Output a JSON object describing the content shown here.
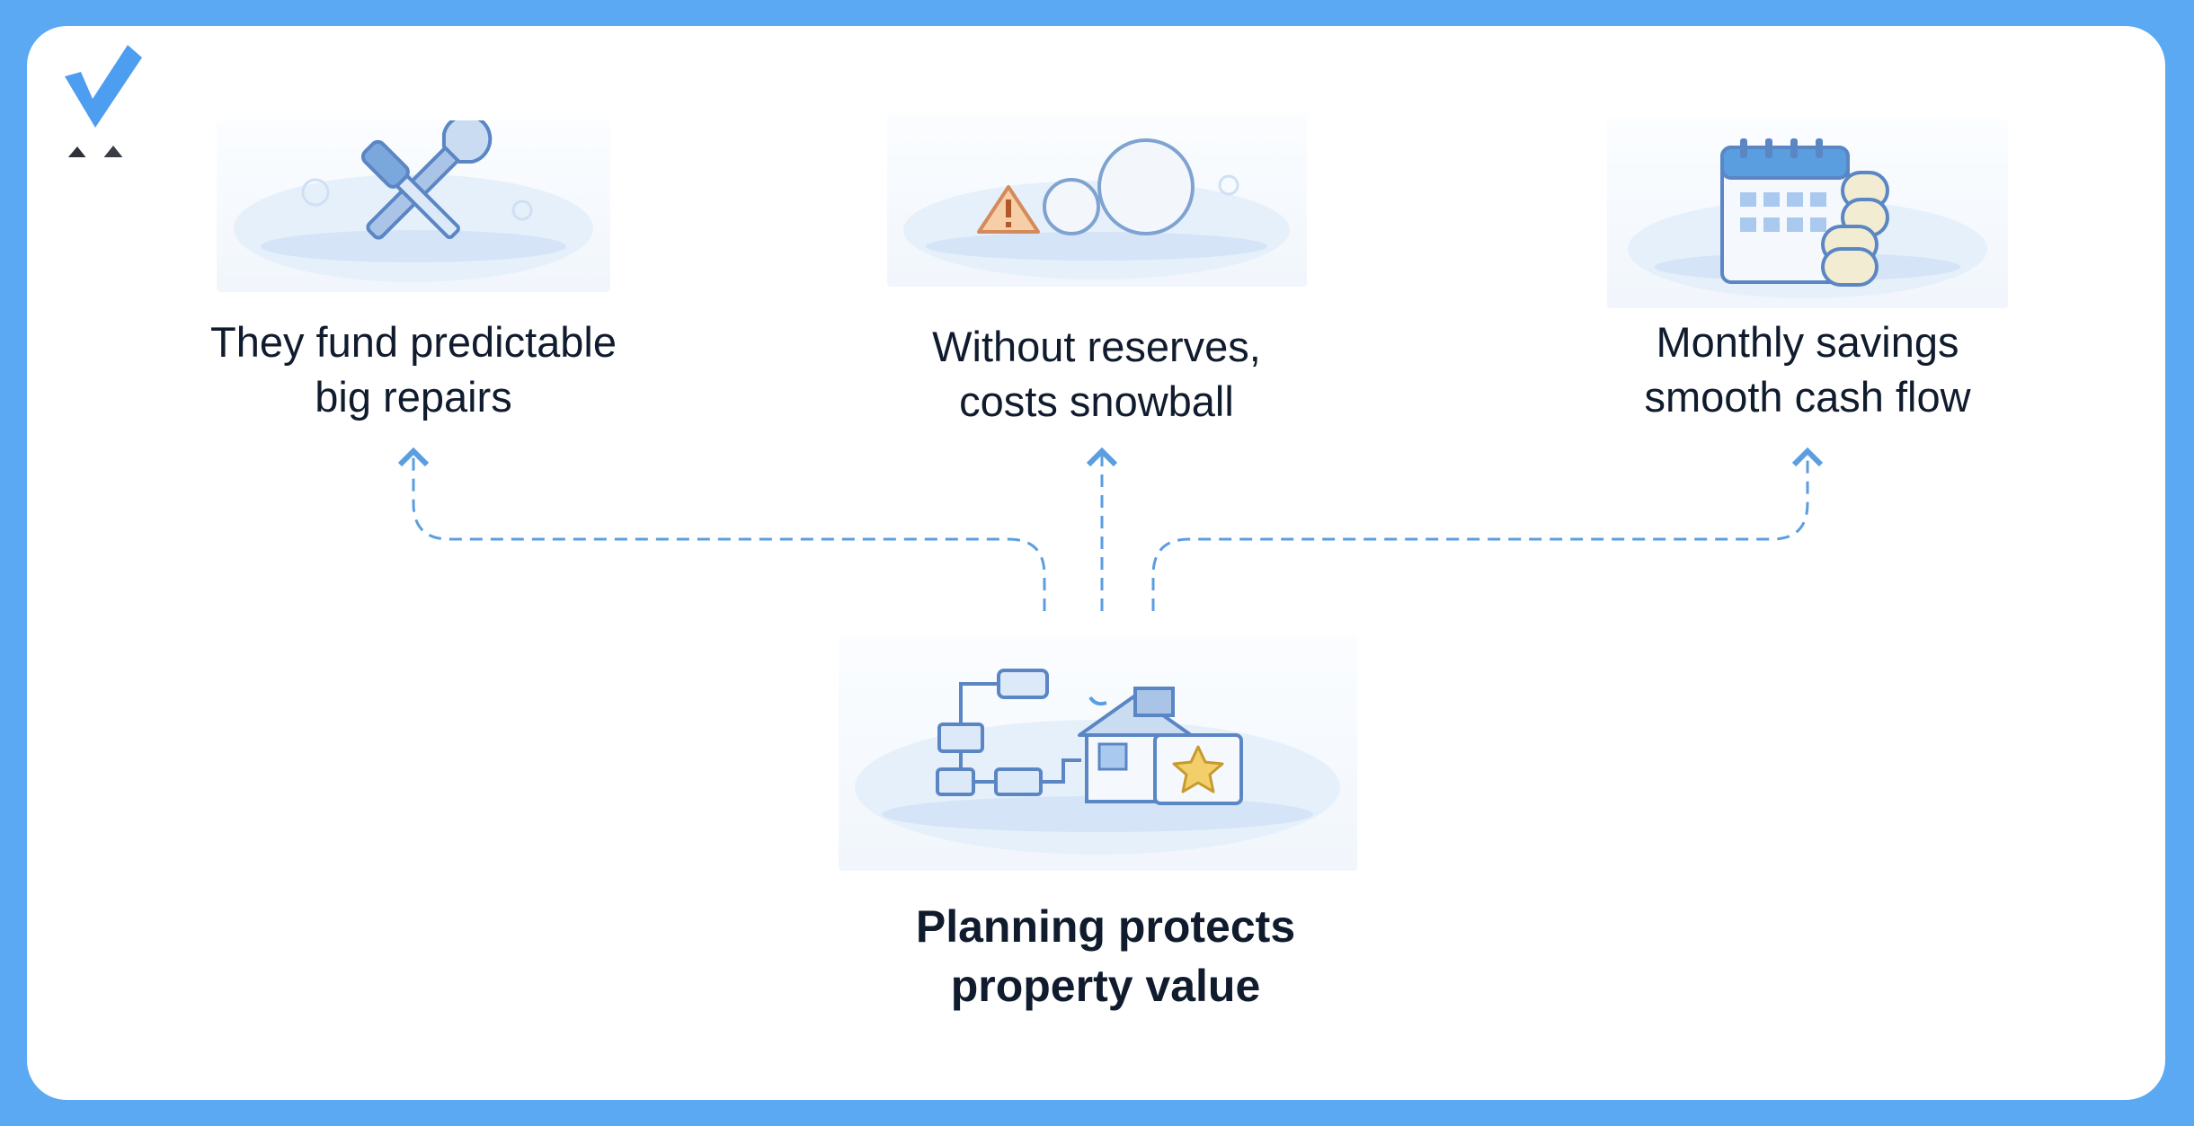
{
  "diagram": {
    "center": {
      "label_line1": "Planning protects",
      "label_line2": "property value",
      "icon": "house-planning-illustration"
    },
    "outcomes": [
      {
        "label_line1": "They fund predictable",
        "label_line2": "big repairs",
        "icon": "wrench-screwdriver-illustration"
      },
      {
        "label_line1": "Without reserves,",
        "label_line2": "costs snowball",
        "icon": "snowball-warning-illustration"
      },
      {
        "label_line1": "Monthly savings",
        "label_line2": "smooth cash flow",
        "icon": "calendar-coins-illustration"
      }
    ]
  },
  "brand": {
    "logo_icon": "checkmark-logo-icon"
  },
  "colors": {
    "frame": "#5aa9f2",
    "card": "#ffffff",
    "text": "#101c2e",
    "connector": "#5b9ee0",
    "icon_stroke": "#5b86c4",
    "icon_fill": "#dce9f8"
  }
}
